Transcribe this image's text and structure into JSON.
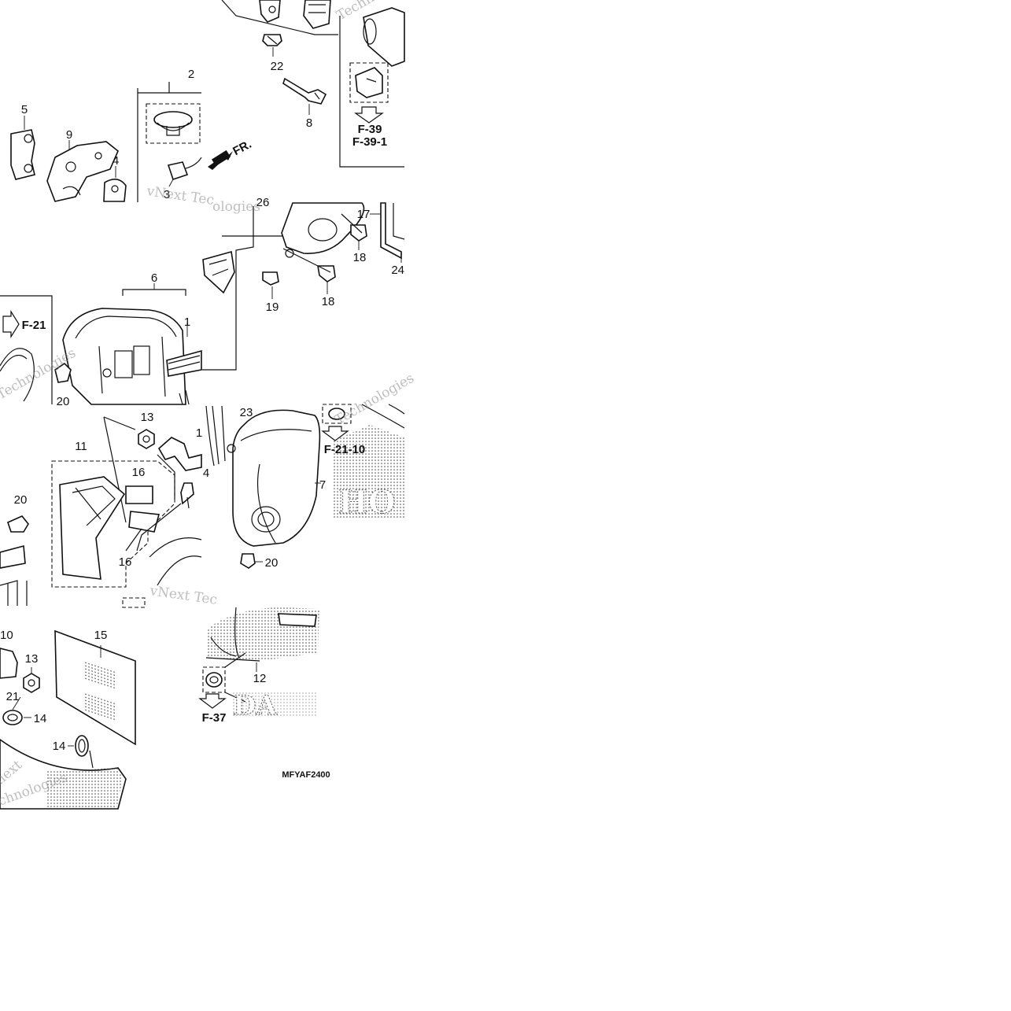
{
  "diagram": {
    "callouts": [
      {
        "id": "c2",
        "text": "2"
      },
      {
        "id": "c5",
        "text": "5"
      },
      {
        "id": "c9",
        "text": "9"
      },
      {
        "id": "c4a",
        "text": "4"
      },
      {
        "id": "c3",
        "text": "3"
      },
      {
        "id": "c22",
        "text": "22"
      },
      {
        "id": "c8",
        "text": "8"
      },
      {
        "id": "c6",
        "text": "6"
      },
      {
        "id": "c1a",
        "text": "1"
      },
      {
        "id": "c20a",
        "text": "20"
      },
      {
        "id": "c17",
        "text": "17"
      },
      {
        "id": "c18a",
        "text": "18"
      },
      {
        "id": "c18b",
        "text": "18"
      },
      {
        "id": "c19",
        "text": "19"
      },
      {
        "id": "c24",
        "text": "24"
      },
      {
        "id": "c26",
        "text": "26"
      },
      {
        "id": "c13a",
        "text": "13"
      },
      {
        "id": "c1b",
        "text": "1"
      },
      {
        "id": "c11",
        "text": "11"
      },
      {
        "id": "c16a",
        "text": "16"
      },
      {
        "id": "c4b",
        "text": "4"
      },
      {
        "id": "c16b",
        "text": "16"
      },
      {
        "id": "c20b",
        "text": "20"
      },
      {
        "id": "c23",
        "text": "23"
      },
      {
        "id": "c7",
        "text": "7"
      },
      {
        "id": "c20c",
        "text": "20"
      },
      {
        "id": "c10",
        "text": "10"
      },
      {
        "id": "c15",
        "text": "15"
      },
      {
        "id": "c13b",
        "text": "13"
      },
      {
        "id": "c21",
        "text": "21"
      },
      {
        "id": "c14a",
        "text": "14"
      },
      {
        "id": "c14b",
        "text": "14"
      },
      {
        "id": "c12",
        "text": "12"
      }
    ],
    "refs": [
      {
        "id": "r39",
        "text": "F-39"
      },
      {
        "id": "r391",
        "text": "F-39-1"
      },
      {
        "id": "r21",
        "text": "F-21"
      },
      {
        "id": "r2110",
        "text": "F-21-10"
      },
      {
        "id": "r37",
        "text": "F-37"
      }
    ],
    "direction_label": "FR.",
    "diagram_code": "MFYAF2400",
    "watermarks": [
      {
        "id": "w1",
        "text": "vNext Tec"
      },
      {
        "id": "w2",
        "text": "Technolo"
      },
      {
        "id": "w3",
        "text": "Technologies"
      },
      {
        "id": "w4",
        "text": "vNext Tec"
      },
      {
        "id": "w5",
        "text": "chnologies"
      },
      {
        "id": "w6",
        "text": "ologies"
      },
      {
        "id": "w7",
        "text": "Technologies"
      },
      {
        "id": "w8",
        "text": "next"
      }
    ],
    "brand_marks": [
      {
        "id": "b1",
        "text": "HO"
      },
      {
        "id": "b2",
        "text": "DA"
      }
    ],
    "colors": {
      "ink": "#111111",
      "watermark": "#8a8a8a",
      "paper": "#ffffff"
    }
  }
}
